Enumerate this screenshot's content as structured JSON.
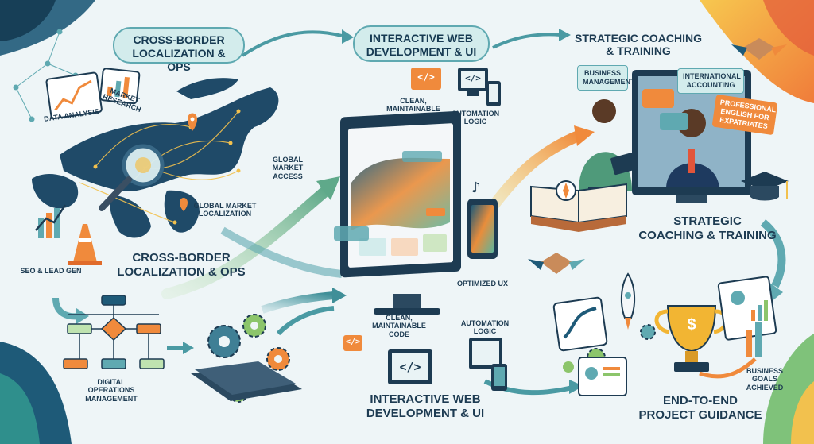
{
  "headings": {
    "cross_border_pill": "CROSS-BORDER\nLOCALIZATION & OPS",
    "web_dev_pill": "INTERACTIVE WEB\nDEVELOPMENT & UI",
    "coaching_title": "STRATEGIC COACHING\n& TRAINING",
    "cross_border_main": "CROSS-BORDER\nLOCALIZATION & OPS",
    "web_dev_main": "INTERACTIVE WEB\nDEVELOPMENT & UI",
    "coaching_main": "STRATEGIC\nCOACHING & TRAINING",
    "project_main": "END-TO-END\nPROJECT GUIDANCE"
  },
  "labels": {
    "data_analysis": "DATA ANALYSIS",
    "market_research": "MARKET\nRESEARCH",
    "global_market_access": "GLOBAL\nMARKET\nACCESS",
    "global_market_localization": "GLOBAL MARKET\nLOCALIZATION",
    "seo_lead_gen": "SEO & LEAD GEN",
    "digital_ops": "DIGITAL\nOPERATIONS\nMANAGEMENT",
    "clean_code_top": "CLEAN,\nMAINTAINABLE\nCODE",
    "automation_top": "AUTOMATION\nLOGIC",
    "optimized_ux": "OPTIMIZED UX",
    "clean_code_bottom": "CLEAN,\nMAINTAINABLE\nCODE",
    "automation_bottom": "AUTOMATION\nLOGIC",
    "business_management": "BUSINESS\nMANAGEMENT",
    "international_accounting": "INTERNATIONAL\nACCOUNTING",
    "professional_english": "PROFESSIONAL\nENGLISH FOR\nEXPATRIATES",
    "business_goals": "BUSINESS\nGOALS\nACHIEVED"
  },
  "code_glyph": "</>",
  "dollar_glyph": "$",
  "colors": {
    "background": "#eef5f7",
    "teal": "#5fa9b1",
    "navy": "#1d3b52",
    "orange": "#f08a3c",
    "green": "#8cc56b",
    "yellow": "#f2c14e"
  },
  "icons": [
    "chart-icon",
    "traffic-cone-icon",
    "magnifier-icon",
    "map-pin-icon",
    "flowchart-icon",
    "gears-icon",
    "conveyor-icon",
    "code-icon",
    "monitor-icon",
    "phone-icon",
    "music-note-icon",
    "handshake-icon",
    "graduation-cap-icon",
    "book-icon",
    "compass-icon",
    "rocket-icon",
    "trophy-icon",
    "dashboard-icon"
  ]
}
